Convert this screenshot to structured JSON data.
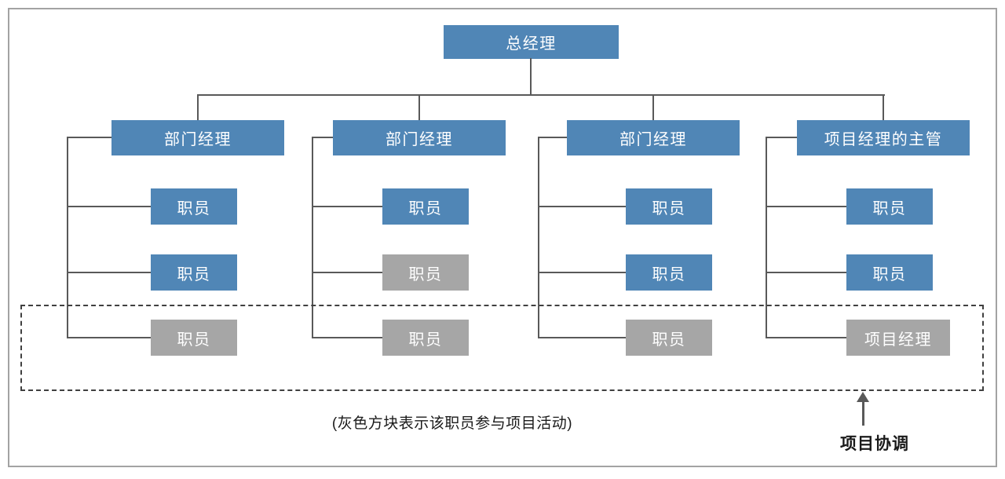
{
  "colors": {
    "node_blue": "#5086b6",
    "node_gray": "#a6a6a6",
    "connector": "#595959",
    "dashed_region_border": "#404040",
    "frame_border": "#a3a3a3",
    "node_text": "#ffffff",
    "annotation_text": "#1a1a1a"
  },
  "org": {
    "top": {
      "label": "总经理"
    },
    "columns": [
      {
        "manager": "部门经理",
        "subordinates": [
          {
            "label": "职员",
            "variant": "blue"
          },
          {
            "label": "职员",
            "variant": "blue"
          },
          {
            "label": "职员",
            "variant": "gray"
          }
        ]
      },
      {
        "manager": "部门经理",
        "subordinates": [
          {
            "label": "职员",
            "variant": "blue"
          },
          {
            "label": "职员",
            "variant": "gray"
          },
          {
            "label": "职员",
            "variant": "gray"
          }
        ]
      },
      {
        "manager": "部门经理",
        "subordinates": [
          {
            "label": "职员",
            "variant": "blue"
          },
          {
            "label": "职员",
            "variant": "blue"
          },
          {
            "label": "职员",
            "variant": "gray"
          }
        ]
      },
      {
        "manager": "项目经理的主管",
        "subordinates": [
          {
            "label": "职员",
            "variant": "blue"
          },
          {
            "label": "职员",
            "variant": "blue"
          },
          {
            "label": "项目经理",
            "variant": "gray"
          }
        ]
      }
    ]
  },
  "annotations": {
    "legend_note": "(灰色方块表示该职员参与项目活动)",
    "coordination_label": "项目协调"
  }
}
